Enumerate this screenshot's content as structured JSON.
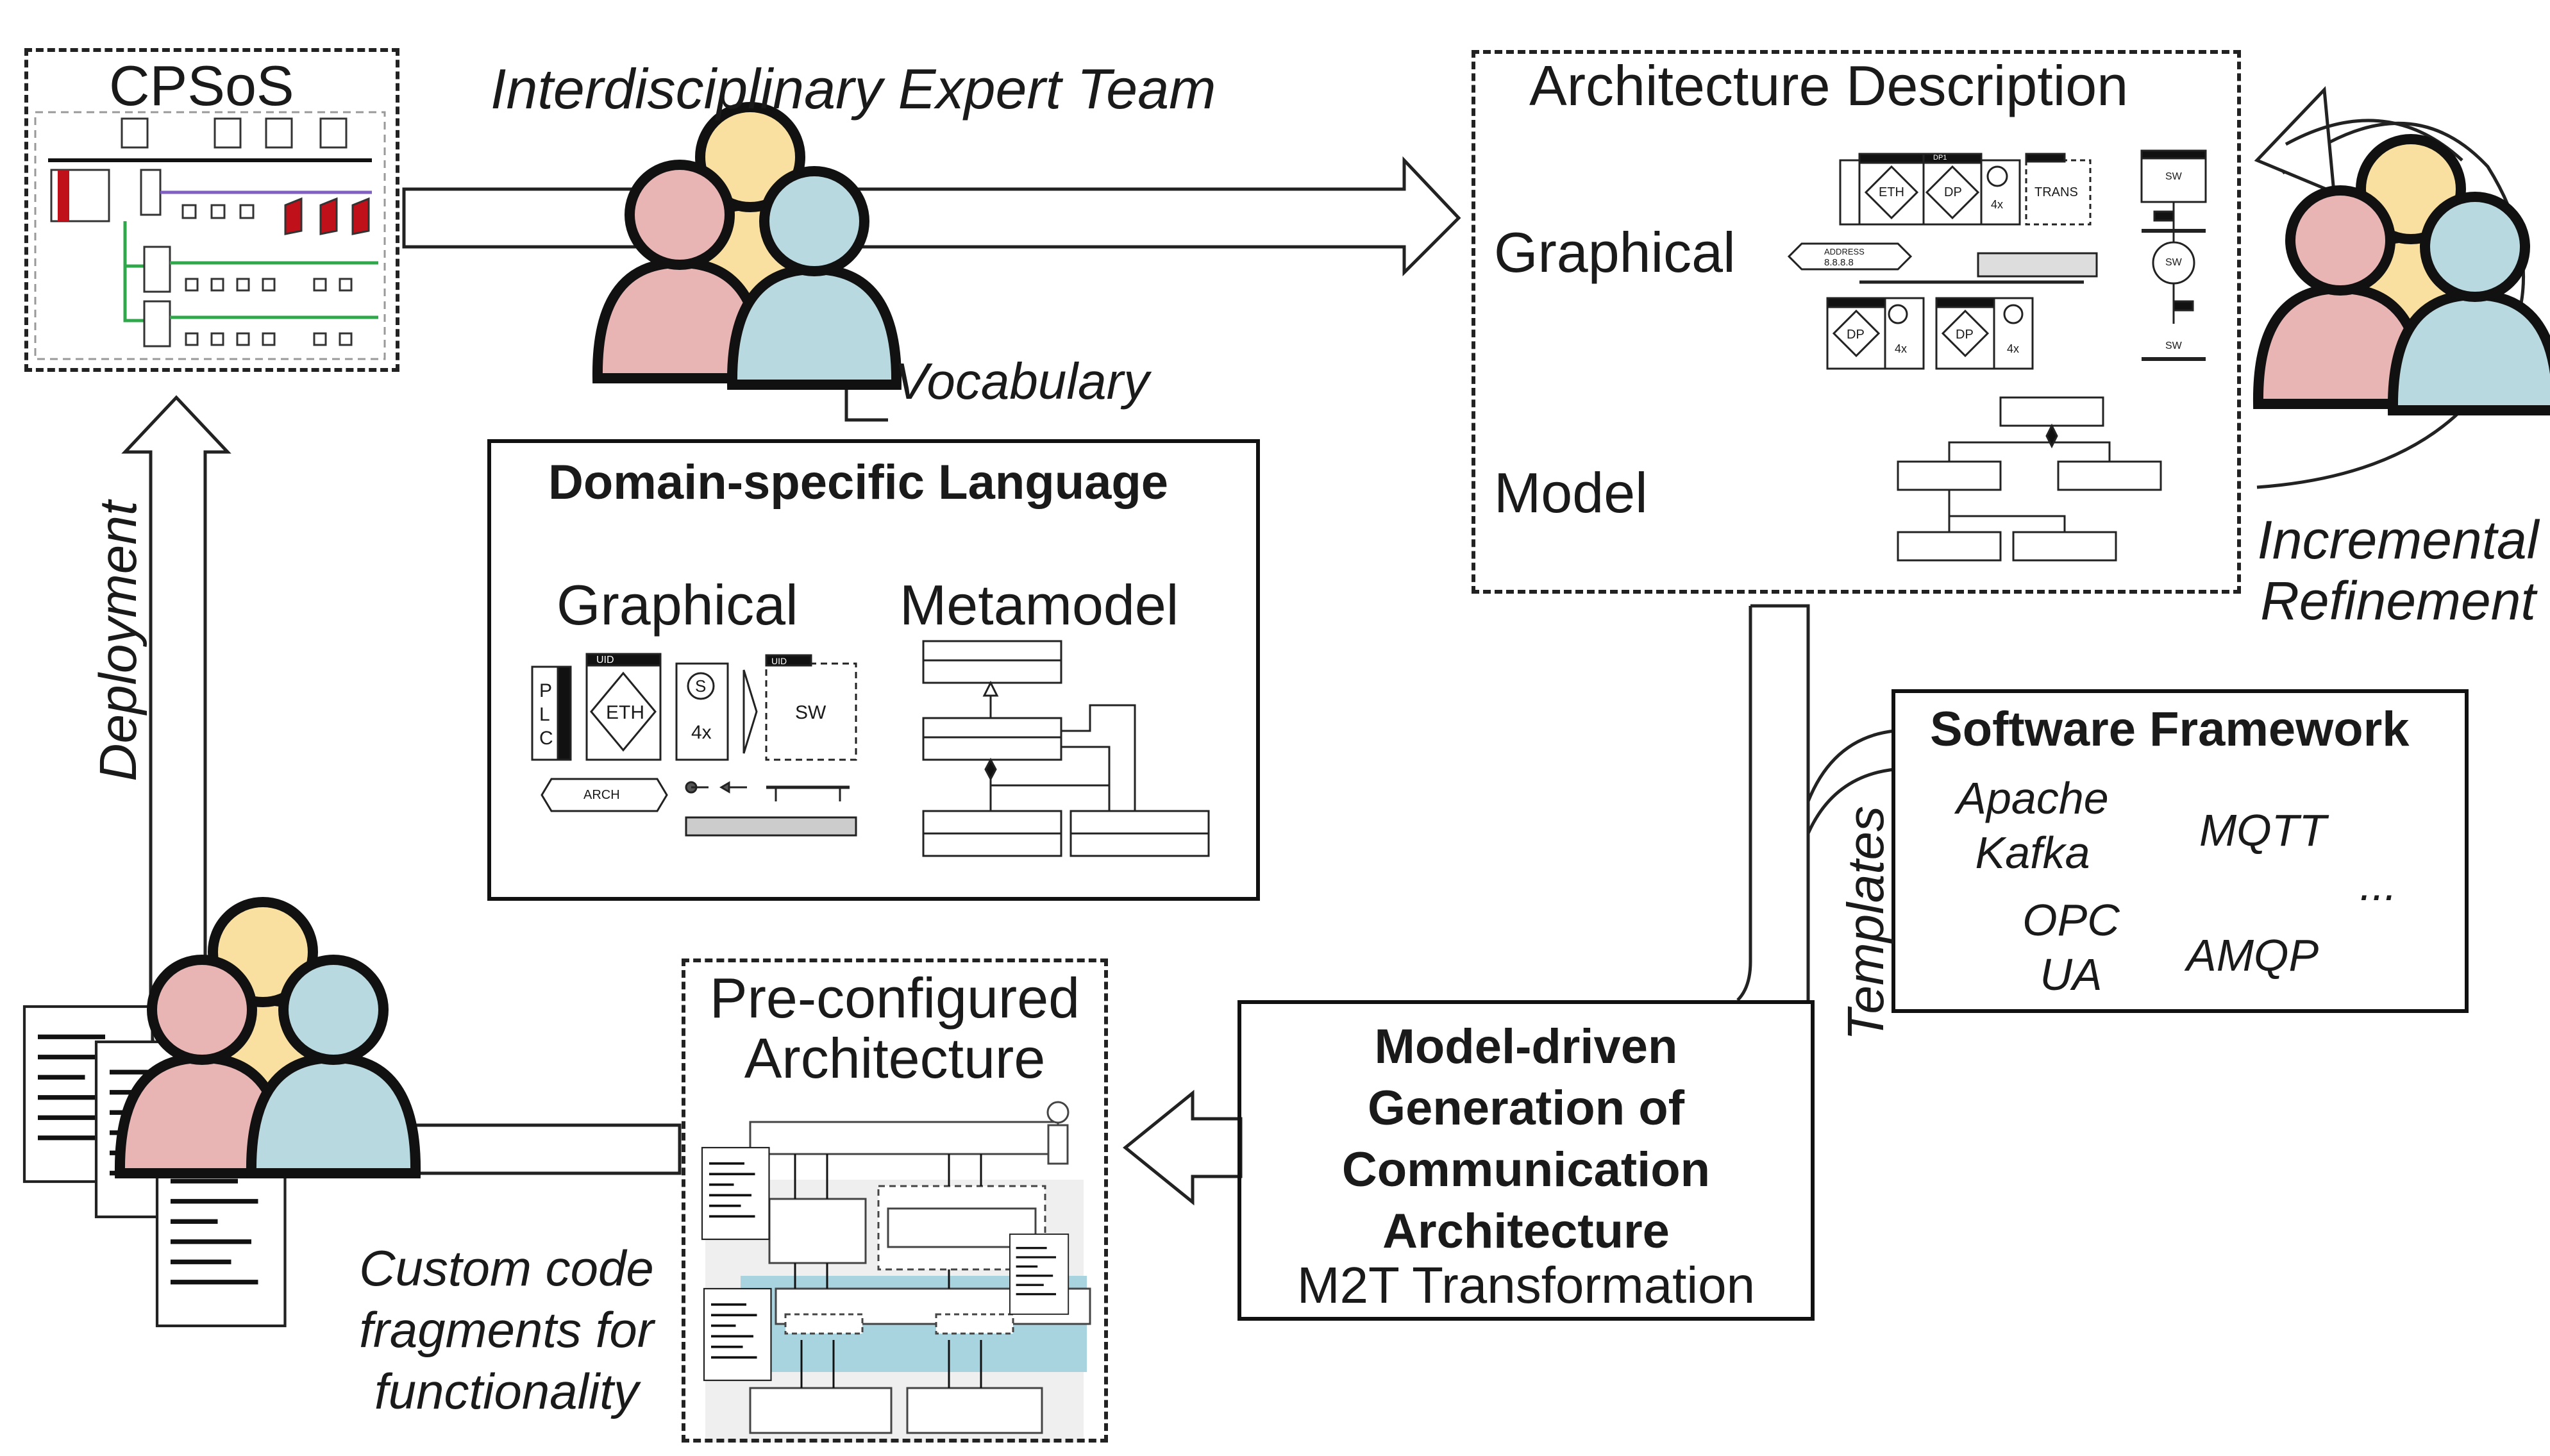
{
  "cpsos": {
    "title": "CPSoS"
  },
  "team": {
    "label": "Interdisciplinary Expert Team"
  },
  "vocabulary": {
    "label": "Vocabulary"
  },
  "arch_description": {
    "title": "Architecture Description",
    "graphical": "Graphical",
    "model": "Model"
  },
  "refinement": {
    "line1": "Incremental",
    "line2": "Refinement"
  },
  "deployment": {
    "label": "Deployment"
  },
  "dsl": {
    "title": "Domain-specific Language",
    "graphical": "Graphical",
    "metamodel": "Metamodel",
    "icons": {
      "plc": [
        "P",
        "L",
        "C"
      ],
      "uid": "UID",
      "eth": "ETH",
      "s": "S",
      "x4": "4x",
      "sw": "SW",
      "arch": "ARCH"
    }
  },
  "arch_icons": {
    "eth1": "ETH",
    "dp1": "DP1",
    "trans": "TRANS",
    "dp": "DP",
    "address": "ADDRESS",
    "ip": "8.8.8.8"
  },
  "software_framework": {
    "title": "Software Framework",
    "items": [
      "Apache",
      "Kafka",
      "MQTT",
      "OPC",
      "UA",
      "AMQP",
      "..."
    ]
  },
  "templates": {
    "label": "Templates"
  },
  "generation": {
    "lines": [
      "Model-driven",
      "Generation of",
      "Communication",
      "Architecture"
    ],
    "sub": "M2T Transformation"
  },
  "preconfigured": {
    "line1": "Pre-configured",
    "line2": "Architecture"
  },
  "custom_code": {
    "lines": [
      "Custom code",
      "fragments for",
      "functionality"
    ]
  },
  "colors": {
    "person_red": "#e8b4b4",
    "person_yellow": "#f9e0a0",
    "person_blue": "#b8d9e0",
    "network_green": "#2ea84a",
    "network_purple": "#8060c0",
    "device_red": "#c0101a",
    "highlight_blue": "#a8d4e0"
  }
}
